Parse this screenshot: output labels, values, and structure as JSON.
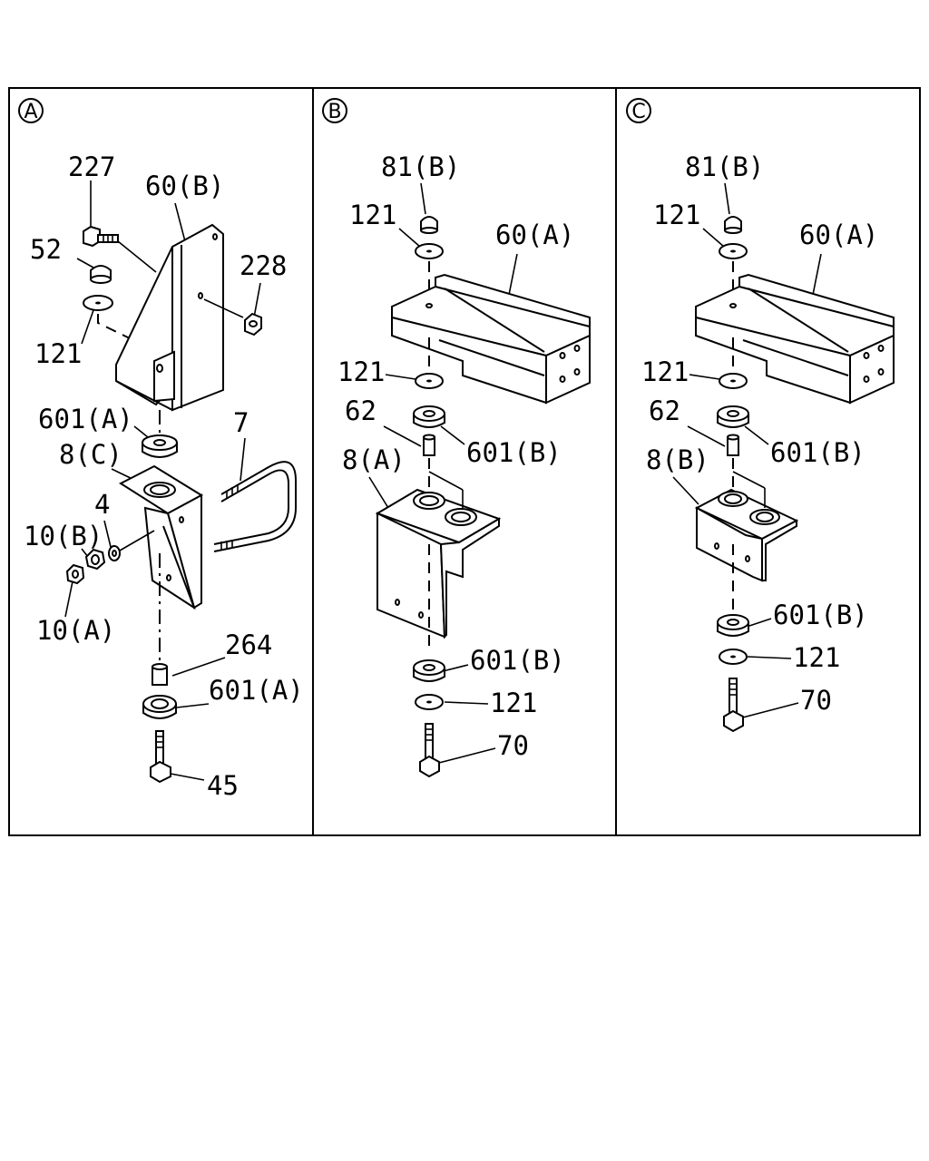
{
  "panels": [
    {
      "id": "A",
      "letter": "A",
      "labels": [
        "227",
        "60(B)",
        "52",
        "228",
        "121",
        "601(A)",
        "7",
        "8(C)",
        "4",
        "10(B)",
        "10(A)",
        "264",
        "601(A)",
        "45"
      ]
    },
    {
      "id": "B",
      "letter": "B",
      "labels": [
        "81(B)",
        "121",
        "60(A)",
        "121",
        "62",
        "601(B)",
        "8(A)",
        "601(B)",
        "121",
        "70"
      ]
    },
    {
      "id": "C",
      "letter": "C",
      "labels": [
        "81(B)",
        "121",
        "60(A)",
        "121",
        "62",
        "601(B)",
        "8(B)",
        "601(B)",
        "121",
        "70"
      ]
    }
  ]
}
